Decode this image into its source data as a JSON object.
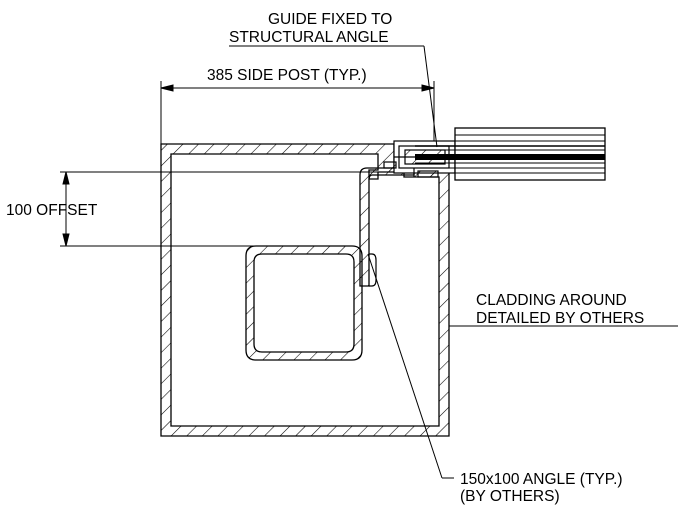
{
  "annotations": {
    "guide_line1": "GUIDE FIXED TO",
    "guide_line2": "STRUCTURAL ANGLE",
    "side_post": "385 SIDE POST (TYP.)",
    "offset": "100 OFFSET",
    "cladding_line1": "CLADDING AROUND",
    "cladding_line2": "DETAILED BY OTHERS",
    "angle_line1": "150x100 ANGLE (TYP.)",
    "angle_line2": "(BY OTHERS)"
  },
  "colors": {
    "line": "#000000",
    "background": "#ffffff"
  }
}
